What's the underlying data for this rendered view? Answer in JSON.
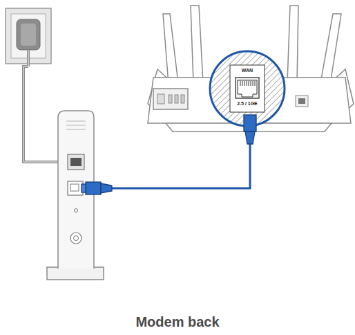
{
  "diagram": {
    "caption": "Modem back",
    "labels": [
      "WAN",
      "2.5 / 1GE"
    ]
  }
}
